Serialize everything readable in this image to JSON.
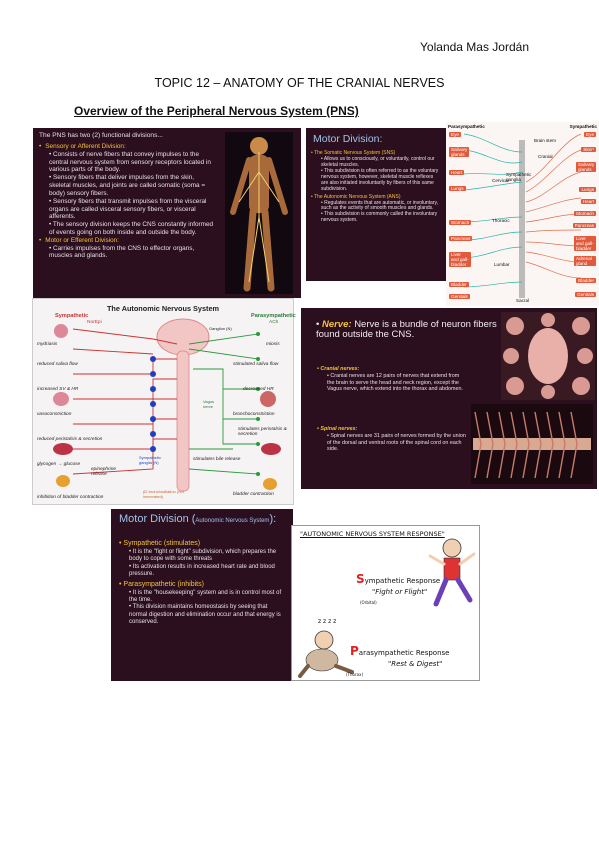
{
  "page": {
    "author": "Yolanda Mas Jordán",
    "topic_title": "TOPIC 12 – ANATOMY OF THE CRANIAL NERVES",
    "section_title": "Overview of the Peripheral Nervous System (PNS)"
  },
  "slide_pns": {
    "lead": "The PNS has two (2) functional divisions...",
    "sensory_heading": "Sensory or Afferent Division:",
    "sensory_points": [
      "Consists of nerve fibers that convey impulses to the central nervous system from sensory receptors located in various parts of the body.",
      "Sensory fibers that deliver impulses from the skin, skeletal muscles, and joints are called somatic (soma = body) sensory fibers.",
      "Sensory fibers that transmit impulses from the visceral organs are called visceral sensory fibers, or visceral afferents.",
      "The sensory division keeps the CNS constantly informed of events going on both inside and outside the body."
    ],
    "motor_heading": "Motor or Efferent Division:",
    "motor_points": [
      "Carries impulses from the CNS to effector organs, muscles and glands."
    ]
  },
  "slide_motor": {
    "title": "Motor Division:",
    "sns_heading": "The Somatic Nervous System (SNS)",
    "sns_points": [
      "Allows us to consciously, or voluntarily, control our skeletal muscles.",
      "This subdivision is often referred to as the voluntary nervous system, however, skeletal muscle reflexes are also initiated involuntarily by fibers of this same subdivision."
    ],
    "ans_heading": "The Autonomic Nervous System (ANS)",
    "ans_points": [
      "Regulates events that are automatic, or involuntary, such as the activity of smooth muscles and glands.",
      "This subdivision is commonly called the involuntary nervous system."
    ]
  },
  "diagram_pns": {
    "left_header": "Parasympathetic",
    "right_header": "Sympathetic",
    "center_labels": [
      "Brain stem",
      "Cranial",
      "Sympathetic ganglia",
      "Cervical",
      "Thoracic",
      "Lumbar",
      "Sacral"
    ],
    "left_organs": [
      "Eye",
      "Salivary glands",
      "Heart",
      "Lungs",
      "Stomach",
      "Pancreas",
      "Liver and gall-bladder",
      "Bladder",
      "Genitals"
    ],
    "right_organs": [
      "Eye",
      "Skin*",
      "Salivary glands",
      "Lungs",
      "Heart",
      "Stomach",
      "Pancreas",
      "Liver and gall-bladder",
      "Adrenal gland",
      "Bladder",
      "Genitals"
    ]
  },
  "slide_ans": {
    "title": "The Autonomic Nervous System",
    "sympathetic": "Sympathetic",
    "sympathetic_sub": "NorEpi",
    "parasympathetic": "Parasympathetic",
    "parasympathetic_sub": "ACh",
    "left_effects": [
      "mydriasis",
      "reduced saliva flow",
      "increased SV & HR",
      "vasoconstriction",
      "reduced peristalsis & secretion",
      "glycogen → glucose",
      "epinephrine release",
      "inhibition of bladder contraction"
    ],
    "right_effects": [
      "miosis",
      "stimulated saliva flow",
      "decreased HR",
      "bronchoconstriction",
      "stimulates peristalsis & secretion",
      "stimulates bile release",
      "bladder contraction"
    ],
    "ganglion_label": "Ganglion (N)",
    "sym_ganglia": "Sympathetic ganglia (N)",
    "vagus": "Vagus nerve",
    "beta2": "β2 bronchodilation (not innervated)"
  },
  "slide_nerve": {
    "nerve_heading": "Nerve:",
    "nerve_text": "Nerve is a bundle of neuron fibers found outside the CNS.",
    "cranial_heading": "Cranial nerves:",
    "cranial_text": "Cranial nerves are 12 pairs of nerves that extend from the brain to serve the head and neck region, except the Vagus nerve, which extend into the thorax and abdomen.",
    "spinal_heading": "Spinal nerves:",
    "spinal_text": "Spinal nerves are 31 pairs of nerves formed by the union of the dorsal and ventral roots of the spinal cord on each side."
  },
  "slide_motor_ans": {
    "title_main": "Motor Division (",
    "title_small": "Autonomic Nervous System",
    "title_end": "):",
    "sym_heading": "Sympathetic (stimulates)",
    "sym_points": [
      "It is the \"fight or flight\" subdivision, which prepares the body to cope with some threats",
      "Its activation results in increased heart rate and blood pressure."
    ],
    "para_heading": "Parasympathetic (inhibits)",
    "para_points": [
      "It is the \"housekeeping\" system and is in control most of the time.",
      "This division maintains homeostasis by seeing that normal digestion and elimination occur and that energy is conserved."
    ]
  },
  "cartoon": {
    "title": "\"AUTONOMIC NERVOUS SYSTEM RESPONSE\"",
    "s_letter": "S",
    "s_rest": "ympathetic Response",
    "fight": "\"Fight or Flight\"",
    "p_letter": "P",
    "p_rest": "arasympathetic Response",
    "rest": "\"Rest & Digest\"",
    "zz": "z z z z",
    "orbital": "(Orbital)",
    "thorax": "(Thorax)"
  }
}
